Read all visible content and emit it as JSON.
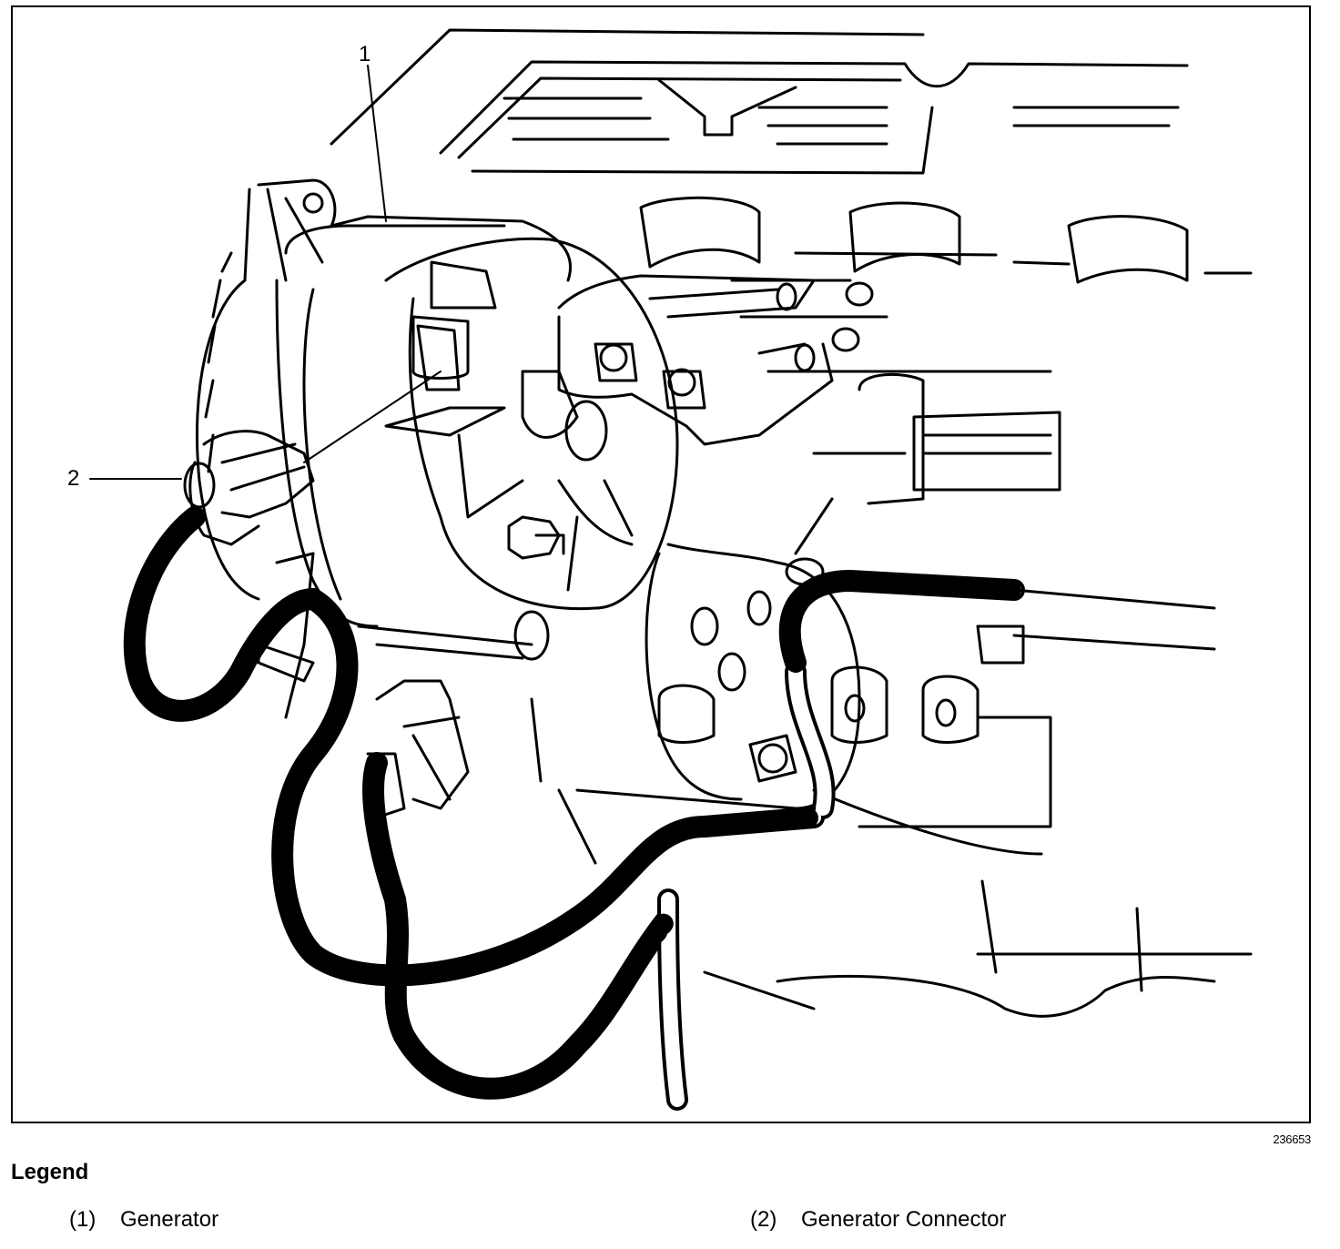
{
  "diagram": {
    "callouts": [
      {
        "id": "1",
        "label": "1"
      },
      {
        "id": "2",
        "label": "2"
      }
    ],
    "figure_id": "236653"
  },
  "legend": {
    "title": "Legend",
    "items": [
      {
        "number": "(1)",
        "text": "Generator"
      },
      {
        "number": "(2)",
        "text": "Generator Connector"
      }
    ]
  }
}
